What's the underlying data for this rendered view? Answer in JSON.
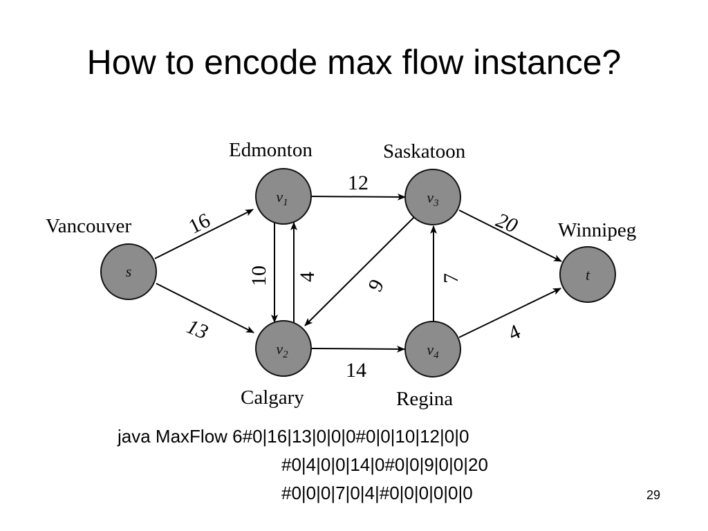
{
  "slide": {
    "title": "How to encode max flow instance?",
    "page_number": "29"
  },
  "diagram": {
    "nodes": [
      {
        "id": "s",
        "label": "s",
        "city": "Vancouver"
      },
      {
        "id": "v1",
        "label": "v1",
        "city": "Edmonton"
      },
      {
        "id": "v2",
        "label": "v2",
        "city": "Calgary"
      },
      {
        "id": "v3",
        "label": "v3",
        "city": "Saskatoon"
      },
      {
        "id": "v4",
        "label": "v4",
        "city": "Regina"
      },
      {
        "id": "t",
        "label": "t",
        "city": "Winnipeg"
      }
    ],
    "edges": [
      {
        "from": "s",
        "to": "v1",
        "capacity": "16"
      },
      {
        "from": "s",
        "to": "v2",
        "capacity": "13"
      },
      {
        "from": "v1",
        "to": "v2",
        "capacity": "10"
      },
      {
        "from": "v2",
        "to": "v1",
        "capacity": "4"
      },
      {
        "from": "v1",
        "to": "v3",
        "capacity": "12"
      },
      {
        "from": "v3",
        "to": "v2",
        "capacity": "9"
      },
      {
        "from": "v2",
        "to": "v4",
        "capacity": "14"
      },
      {
        "from": "v4",
        "to": "v3",
        "capacity": "7"
      },
      {
        "from": "v3",
        "to": "t",
        "capacity": "20"
      },
      {
        "from": "v4",
        "to": "t",
        "capacity": "4"
      }
    ]
  },
  "command": {
    "line1": "java MaxFlow 6#0|16|13|0|0|0#0|0|10|12|0|0",
    "line2": "#0|4|0|0|14|0#0|0|9|0|0|20",
    "line3": "#0|0|0|7|0|4|#0|0|0|0|0|0"
  }
}
